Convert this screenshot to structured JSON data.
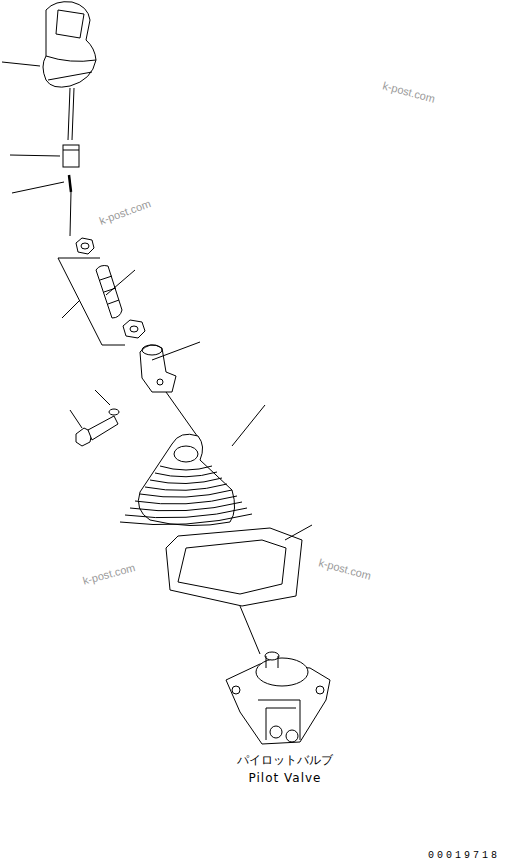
{
  "diagram": {
    "labels": [
      "k-post.com",
      "k-post.com",
      "k-post.com",
      "k-post.com",
      "パイロットバルブ",
      "Pilot Valve",
      "00019718"
    ]
  }
}
